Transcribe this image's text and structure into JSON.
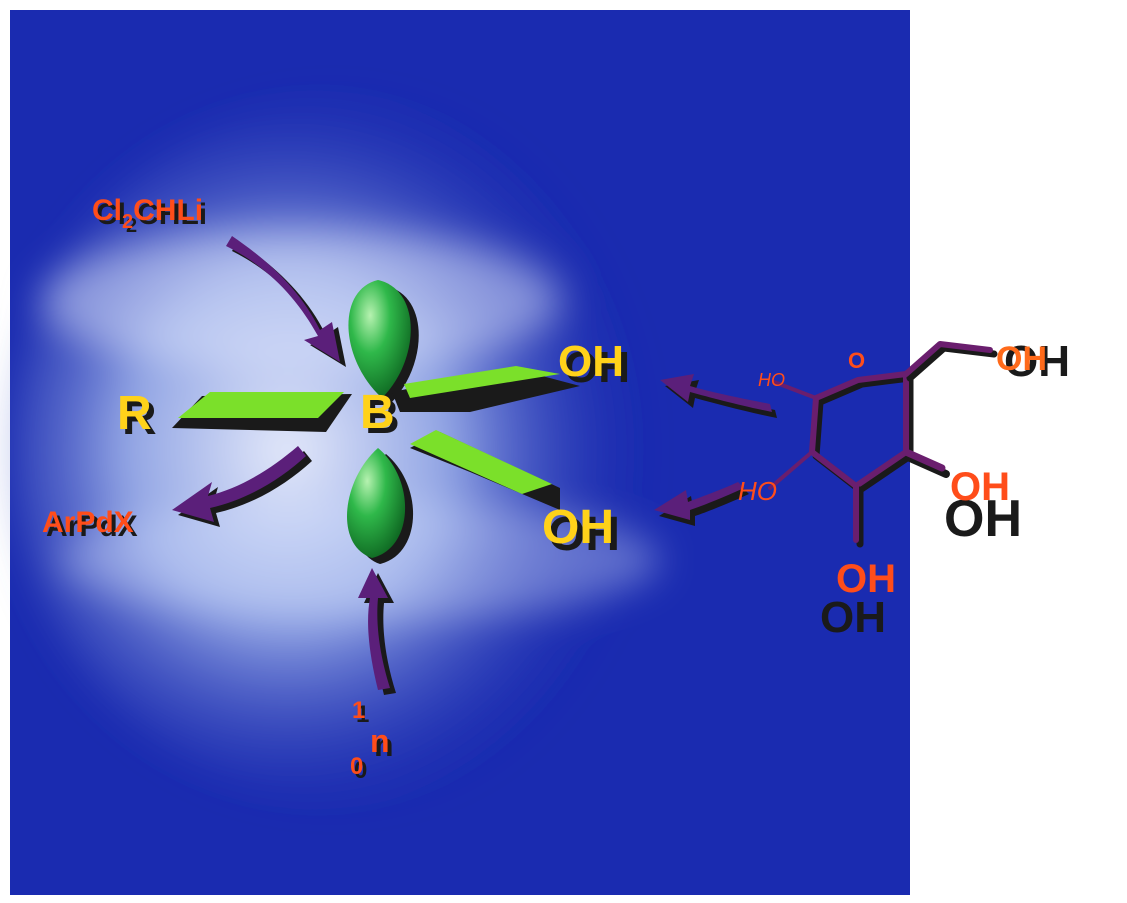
{
  "central_atom": "B",
  "substituent": "R",
  "hydroxyls": [
    "OH",
    "OH"
  ],
  "reagents": {
    "top": {
      "main": "Cl",
      "sub": "2",
      "rest": "CHLi"
    },
    "left": "ArPdX",
    "bottom": {
      "mass": "1",
      "atomic": "0",
      "symbol": "n"
    }
  },
  "sugar": {
    "ring_o": "O",
    "ho_upper": "HO",
    "ho_lower": "HO",
    "oh_ch2": "OH",
    "oh_right": "OH",
    "oh_bottom": "OH"
  },
  "colors": {
    "background": "#1a2bb0",
    "mist": "#dde8ff",
    "lobe": "#1fae3a",
    "plane": "#7be02a",
    "label_yellow": "#ffd21a",
    "label_red": "#ff4d1a",
    "arrow_purple": "#5b1f7a",
    "ring_purple": "#6a1e6e"
  }
}
